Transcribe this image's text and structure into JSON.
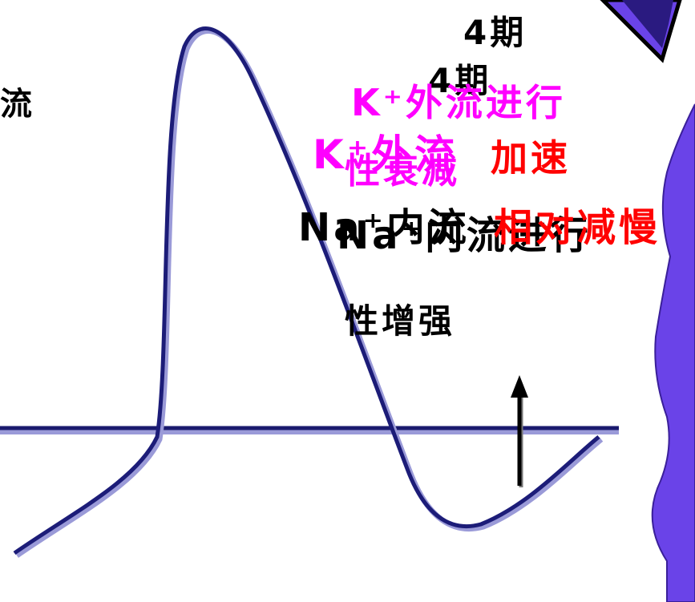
{
  "colors": {
    "curve": "#1c1c78",
    "curve_shadow": "#9a9ad8",
    "baseline": "#1a1a6e",
    "purple_band": "#6a43e8",
    "arrow": "#000000",
    "black_text": "#000000",
    "magenta_text": "#ff00ff",
    "red_text": "#ff0000"
  },
  "texts": {
    "edge_left": "流",
    "phase_a": "4期",
    "phase_b": "4期",
    "k_a": "K⁺外流进行",
    "k_b": "K⁺外流",
    "k_b_over": "性衰减",
    "k_b_accel": "加速",
    "na_a": "Na⁺内流",
    "na_b": "Na⁺内流进行",
    "na_slow": "相对减慢",
    "na_strong": "性增强"
  },
  "icons": {
    "corner": "decorative-dart-icon",
    "arrow": "up-arrow-icon"
  }
}
